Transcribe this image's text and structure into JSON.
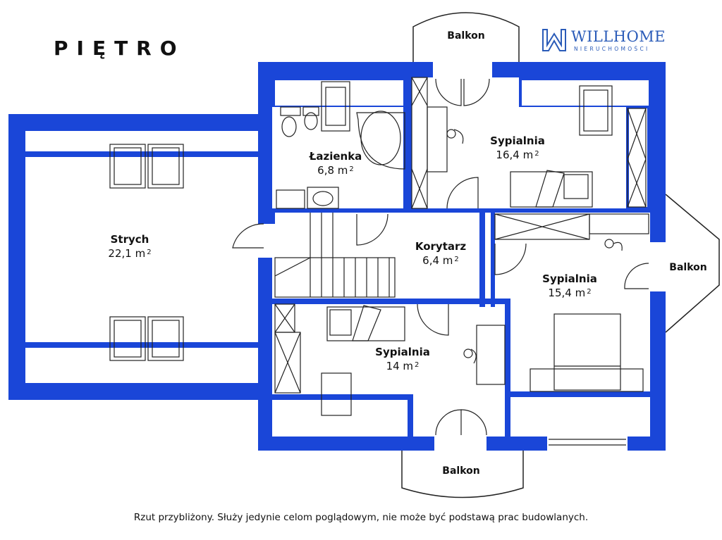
{
  "title": "PIĘTRO",
  "logo": {
    "name": "WILLHOME",
    "subtitle": "NIERUCHOMOŚCI",
    "icon": "w-logo-icon",
    "color": "#2a5bb8"
  },
  "colors": {
    "wall": "#1a46d8",
    "line": "#222222"
  },
  "rooms": [
    {
      "id": "strych",
      "name": "Strych",
      "area": "22,1 m",
      "unit_exp": "2"
    },
    {
      "id": "lazienka",
      "name": "Łazienka",
      "area": "6,8 m",
      "unit_exp": "2"
    },
    {
      "id": "sypialnia-1",
      "name": "Sypialnia",
      "area": "16,4 m",
      "unit_exp": "2"
    },
    {
      "id": "korytarz",
      "name": "Korytarz",
      "area": "6,4 m",
      "unit_exp": "2"
    },
    {
      "id": "sypialnia-2",
      "name": "Sypialnia",
      "area": "15,4 m",
      "unit_exp": "2"
    },
    {
      "id": "sypialnia-3",
      "name": "Sypialnia",
      "area": "14 m",
      "unit_exp": "2"
    }
  ],
  "balconies": [
    "Balkon",
    "Balkon",
    "Balkon"
  ],
  "note": "Rzut przybliżony. Służy jedynie celom poglądowym, nie może być podstawą prac budowlanych."
}
